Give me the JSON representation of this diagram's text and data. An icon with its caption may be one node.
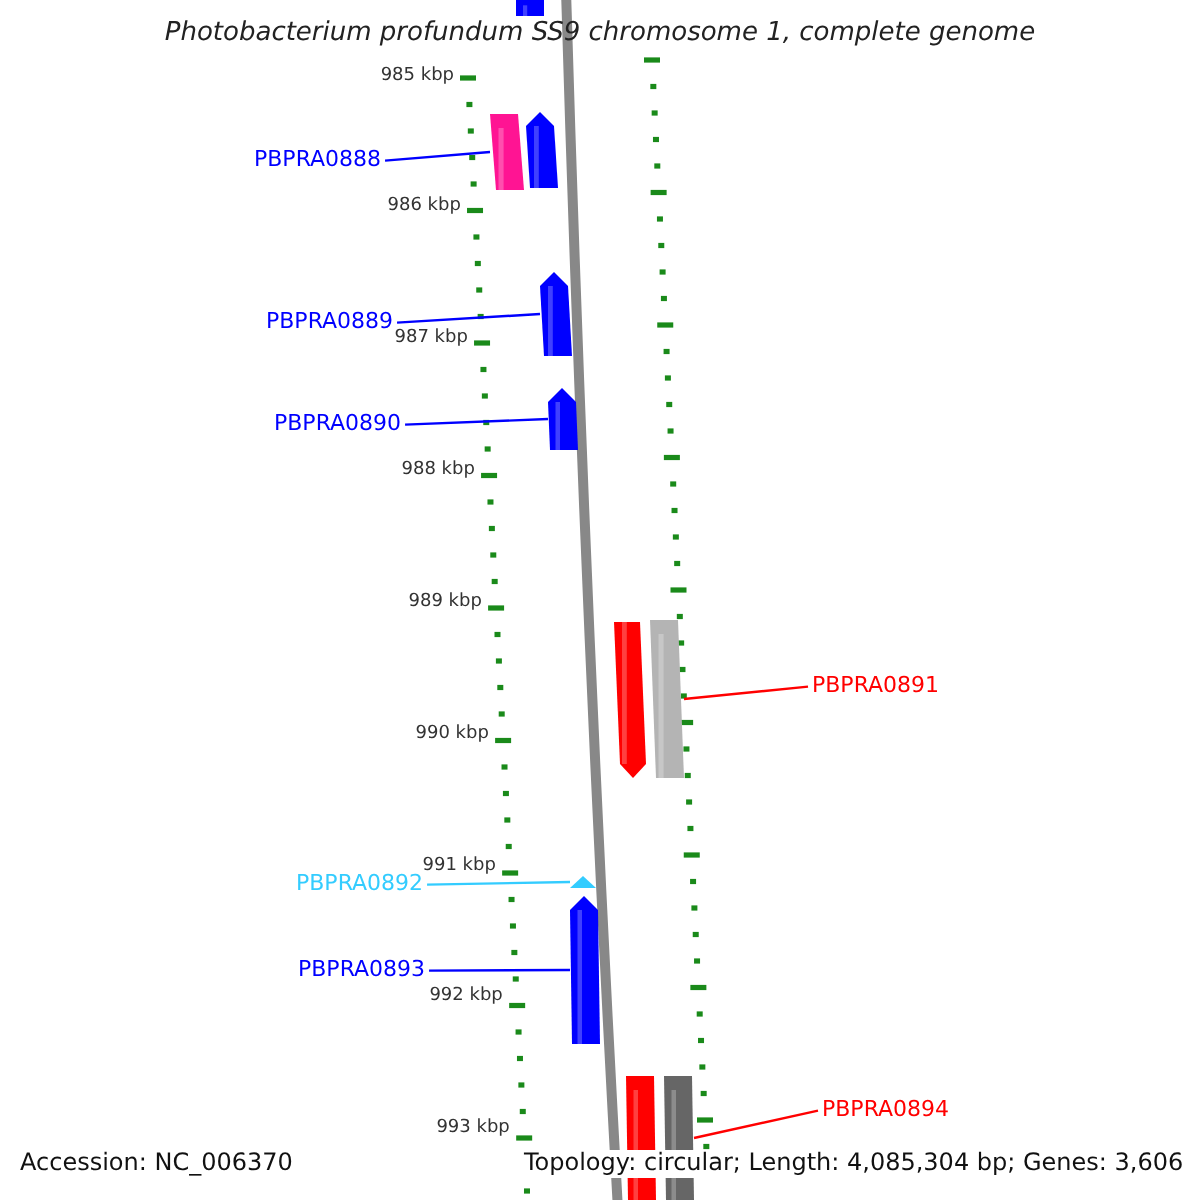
{
  "diagram": {
    "title": "Photobacterium profundum SS9 chromosome 1, complete genome",
    "nodes": [
      {
        "text": [
          "PBPRA0888"
        ]
      },
      {
        "text": [
          "PBPRA0889"
        ]
      },
      {
        "text": [
          "PBPRA0890"
        ]
      },
      {
        "text": [
          "PBPRA0891"
        ]
      },
      {
        "text": [
          "PBPRA0892"
        ]
      },
      {
        "text": [
          "PBPRA0893"
        ]
      },
      {
        "text": [
          "PBPRA0894"
        ]
      },
      {
        "text": [],
        "shape": "bar"
      },
      {
        "text": [],
        "shape": "bar"
      },
      {
        "text": [],
        "shape": "arrow"
      },
      {
        "text": [],
        "shape": "arrow"
      },
      {
        "text": [],
        "shape": "arrow"
      },
      {
        "text": [],
        "shape": "arrow"
      },
      {
        "text": [],
        "shape": "bar"
      },
      {
        "text": [],
        "shape": "triangle"
      },
      {
        "text": [],
        "shape": "arrow"
      },
      {
        "text": [],
        "shape": "bar"
      },
      {
        "text": [],
        "shape": "bar"
      }
    ],
    "edges": [
      {
        "from": 0,
        "to": 8,
        "arrow": "none"
      },
      {
        "from": 1,
        "to": 10,
        "arrow": "none"
      },
      {
        "from": 2,
        "to": 11,
        "arrow": "none"
      },
      {
        "from": 3,
        "to": 13,
        "arrow": "none",
        "color": "#ff0000"
      },
      {
        "from": 4,
        "to": 14,
        "arrow": "none",
        "color": "#33ccff"
      },
      {
        "from": 5,
        "to": 15,
        "arrow": "none"
      },
      {
        "from": 6,
        "to": 17,
        "arrow": "none",
        "color": "#ff0000"
      }
    ],
    "labels": [
      "985 kbp",
      "986 kbp",
      "987 kbp",
      "988 kbp",
      "989 kbp",
      "990 kbp",
      "991 kbp",
      "992 kbp",
      "993 kbp",
      "Accession: NC_006370",
      "Topology: circular; Length: 4,085,304 bp; Genes: 3,606"
    ]
  }
}
